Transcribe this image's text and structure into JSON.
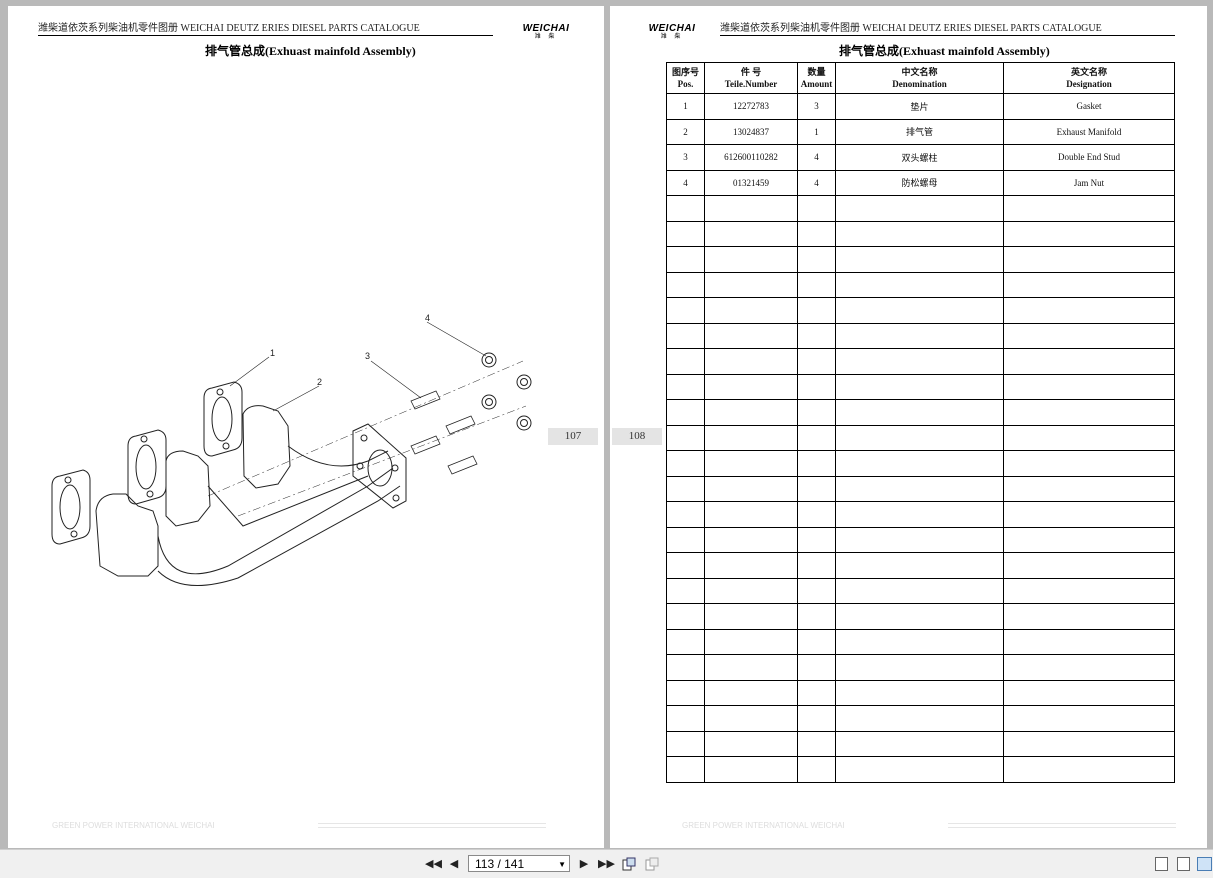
{
  "left_page": {
    "header_text": "潍柴道依茨系列柴油机零件图册    WEICHAI DEUTZ ERIES DIESEL PARTS CATALOGUE",
    "logo": "WEICHAI",
    "logo_sub": "潍 柴",
    "title": "排气管总成(Exhuast mainfold Assembly)",
    "callouts": [
      "1",
      "2",
      "3",
      "4"
    ],
    "page_number": "107",
    "footer_text": "GREEN POWER INTERNATIONAL WEICHAI"
  },
  "right_page": {
    "header_text": "潍柴道依茨系列柴油机零件图册    WEICHAI DEUTZ ERIES DIESEL PARTS CATALOGUE",
    "logo": "WEICHAI",
    "logo_sub": "潍 柴",
    "title": "排气管总成(Exhuast mainfold Assembly)",
    "page_number": "108",
    "footer_text": "GREEN POWER INTERNATIONAL WEICHAI",
    "table": {
      "headers": [
        {
          "cn": "图序号",
          "en": "Pos."
        },
        {
          "cn": "件 号",
          "en": "Teile.Number"
        },
        {
          "cn": "数量",
          "en": "Amount"
        },
        {
          "cn": "中文名称",
          "en": "Denomination"
        },
        {
          "cn": "英文名称",
          "en": "Designation"
        }
      ],
      "rows": [
        {
          "pos": "1",
          "number": "12272783",
          "amount": "3",
          "cn": "垫片",
          "en": "Gasket"
        },
        {
          "pos": "2",
          "number": "13024837",
          "amount": "1",
          "cn": "排气管",
          "en": "Exhaust Manifold"
        },
        {
          "pos": "3",
          "number": "612600110282",
          "amount": "4",
          "cn": "双头螺柱",
          "en": "Double End Stud"
        },
        {
          "pos": "4",
          "number": "01321459",
          "amount": "4",
          "cn": "防松螺母",
          "en": "Jam Nut"
        }
      ],
      "empty_rows": 23
    }
  },
  "toolbar": {
    "page_indicator": "113 / 141",
    "icons": [
      "first-page-icon",
      "prev-page-icon",
      "next-page-icon",
      "last-page-icon",
      "copy-icon",
      "paste-icon",
      "single-page-view-icon",
      "continuous-view-icon",
      "two-page-view-icon"
    ]
  },
  "colors": {
    "background": "#b9b9b9",
    "page": "#ffffff",
    "toolbar": "#f0f0f0",
    "page_label_bg": "#e4e4e4"
  }
}
